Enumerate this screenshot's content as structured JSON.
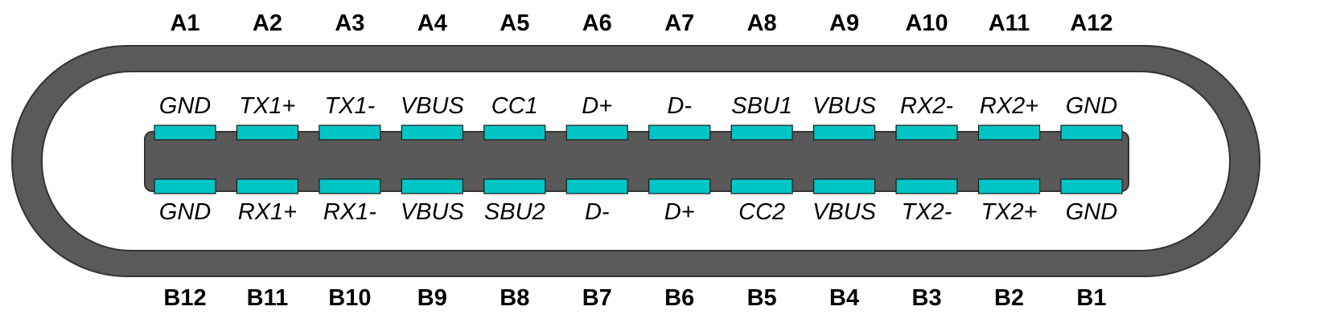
{
  "colors": {
    "shell_outer": "#333333",
    "shell_fill": "#5a5a5a",
    "opening": "#ffffff",
    "tongue_fill": "#595959",
    "tongue_stroke": "#333333",
    "contact_fill": "#00c5c5",
    "contact_stroke": "#1a1a1a"
  },
  "row_a": {
    "pins": [
      "A1",
      "A2",
      "A3",
      "A4",
      "A5",
      "A6",
      "A7",
      "A8",
      "A9",
      "A10",
      "A11",
      "A12"
    ],
    "signals": [
      "GND",
      "TX1+",
      "TX1-",
      "VBUS",
      "CC1",
      "D+",
      "D-",
      "SBU1",
      "VBUS",
      "RX2-",
      "RX2+",
      "GND"
    ]
  },
  "row_b": {
    "pins": [
      "B12",
      "B11",
      "B10",
      "B9",
      "B8",
      "B7",
      "B6",
      "B5",
      "B4",
      "B3",
      "B2",
      "B1"
    ],
    "signals": [
      "GND",
      "RX1+",
      "RX1-",
      "VBUS",
      "SBU2",
      "D-",
      "D+",
      "CC2",
      "VBUS",
      "TX2-",
      "TX2+",
      "GND"
    ]
  }
}
